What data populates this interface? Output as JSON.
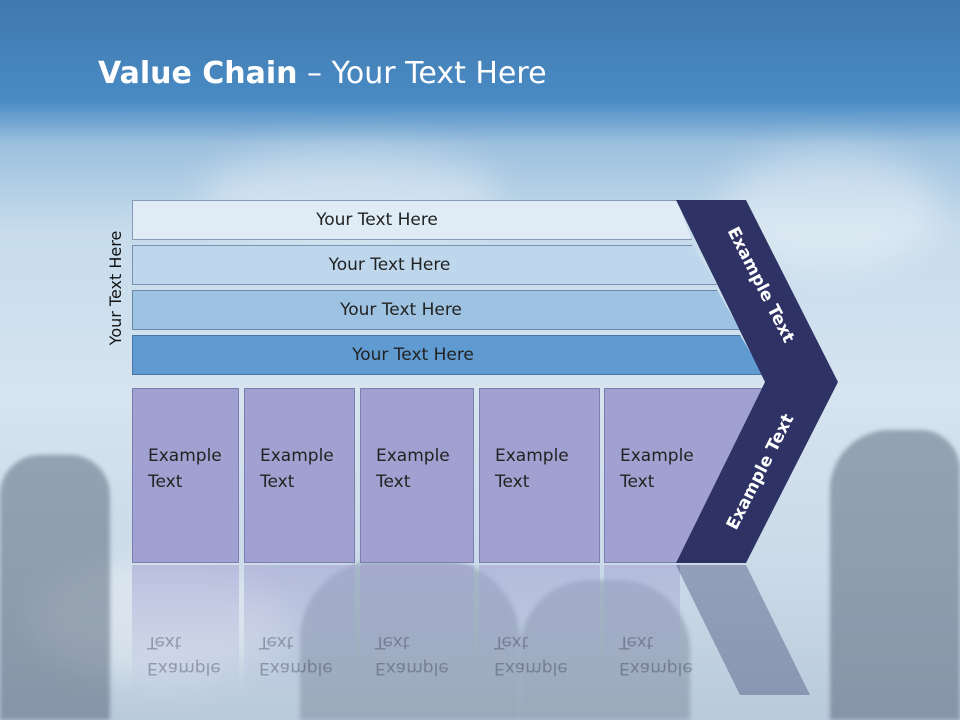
{
  "title": {
    "bold": "Value Chain",
    "rest": " – Your Text Here"
  },
  "side_label": "Your Text Here",
  "support_bands": [
    {
      "label": "Your Text Here",
      "color": "#dfecf6"
    },
    {
      "label": "Your Text Here",
      "color": "#bed7ec"
    },
    {
      "label": "Your Text Here",
      "color": "#9ec3e2"
    },
    {
      "label": "Your Text Here",
      "color": "#5f9bd0"
    }
  ],
  "primary_boxes": [
    {
      "line1": "Example",
      "line2": "Text"
    },
    {
      "line1": "Example",
      "line2": "Text"
    },
    {
      "line1": "Example",
      "line2": "Text"
    },
    {
      "line1": "Example",
      "line2": "Text"
    },
    {
      "line1": "Example",
      "line2": "Text"
    }
  ],
  "chevron": {
    "upper_label": "Example Text",
    "lower_label": "Example Text",
    "color": "#2e3265"
  }
}
